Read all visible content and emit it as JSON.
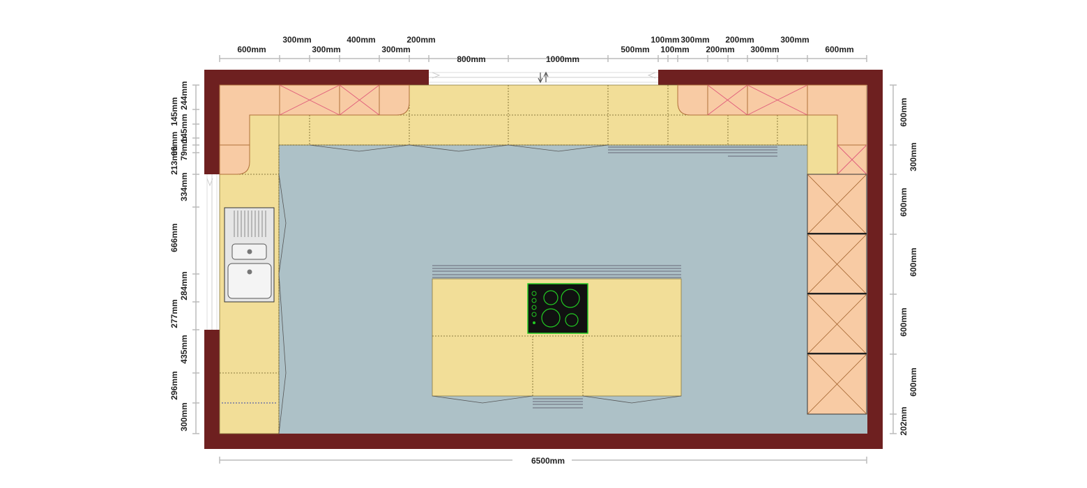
{
  "diagram": {
    "colors": {
      "wall": "#6e2020",
      "floor": "#adc1c7",
      "worktop": "#f2de98",
      "wall_unit": "#f8cba4",
      "cross_mark": "#e05a7a",
      "hob": "#111111",
      "hob_ring": "#22cc22"
    },
    "icons": [
      "sink-icon",
      "hob-icon",
      "door-swing-icon"
    ],
    "top_row_upper": [
      "300mm",
      "400mm",
      "200mm",
      "100mm",
      "300mm",
      "200mm",
      "300mm"
    ],
    "top_row_lower": [
      "600mm",
      "300mm",
      "300mm",
      "800mm",
      "1000mm",
      "500mm",
      "100mm",
      "200mm",
      "300mm",
      "600mm"
    ],
    "left_column": [
      "244mm",
      "145mm",
      "145mm",
      "66mm",
      "79mm",
      "213mm",
      "334mm",
      "666mm",
      "284mm",
      "277mm",
      "435mm",
      "296mm",
      "300mm"
    ],
    "right_column": [
      "600mm",
      "300mm",
      "600mm",
      "600mm",
      "600mm",
      "600mm",
      "202mm"
    ],
    "bottom_total": "6500mm"
  }
}
